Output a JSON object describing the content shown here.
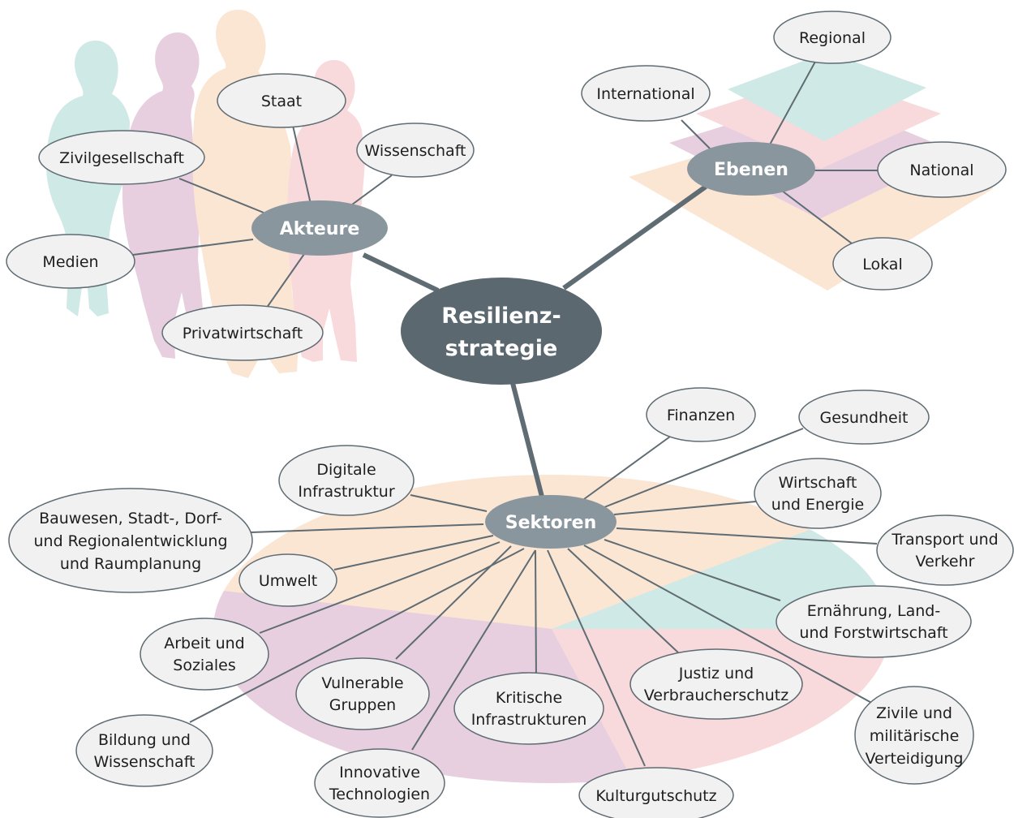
{
  "colors": {
    "peach": "#fbe5d3",
    "mauve": "#e7cfdf",
    "teal": "#cfe9e6",
    "pink": "#f8d9dc",
    "hub": "#8a969e",
    "center": "#5b6870",
    "node_fill": "#f1f1f1",
    "line": "#5f6c73"
  },
  "center": {
    "line1": "Resilienz-",
    "line2": "strategie"
  },
  "hubs": {
    "akteure": "Akteure",
    "ebenen": "Ebenen",
    "sektoren": "Sektoren"
  },
  "akteure": {
    "staat": "Staat",
    "wissenschaft": "Wissenschaft",
    "zivilgesellschaft": "Zivilgesellschaft",
    "medien": "Medien",
    "privatwirtschaft": "Privatwirtschaft"
  },
  "ebenen": {
    "regional": "Regional",
    "international": "International",
    "national": "National",
    "lokal": "Lokal"
  },
  "sektoren": {
    "finanzen": "Finanzen",
    "gesundheit": "Gesundheit",
    "digitale_1": "Digitale",
    "digitale_2": "Infrastruktur",
    "wirtschaft_1": "Wirtschaft",
    "wirtschaft_2": "und Energie",
    "bauwesen_1": "Bauwesen, Stadt-, Dorf-",
    "bauwesen_2": "und Regionalentwicklung",
    "bauwesen_3": "und Raumplanung",
    "transport_1": "Transport und",
    "transport_2": "Verkehr",
    "umwelt": "Umwelt",
    "ernaehrung_1": "Ernährung, Land-",
    "ernaehrung_2": "und Forstwirtschaft",
    "arbeit_1": "Arbeit und",
    "arbeit_2": "Soziales",
    "vulnerable_1": "Vulnerable",
    "vulnerable_2": "Gruppen",
    "kritische_1": "Kritische",
    "kritische_2": "Infrastrukturen",
    "justiz_1": "Justiz und",
    "justiz_2": "Verbraucherschutz",
    "zivile_1": "Zivile und",
    "zivile_2": "militärische",
    "zivile_3": "Verteidigung",
    "bildung_1": "Bildung und",
    "bildung_2": "Wissenschaft",
    "innovative_1": "Innovative",
    "innovative_2": "Technologien",
    "kulturgutschutz": "Kulturgutschutz"
  }
}
